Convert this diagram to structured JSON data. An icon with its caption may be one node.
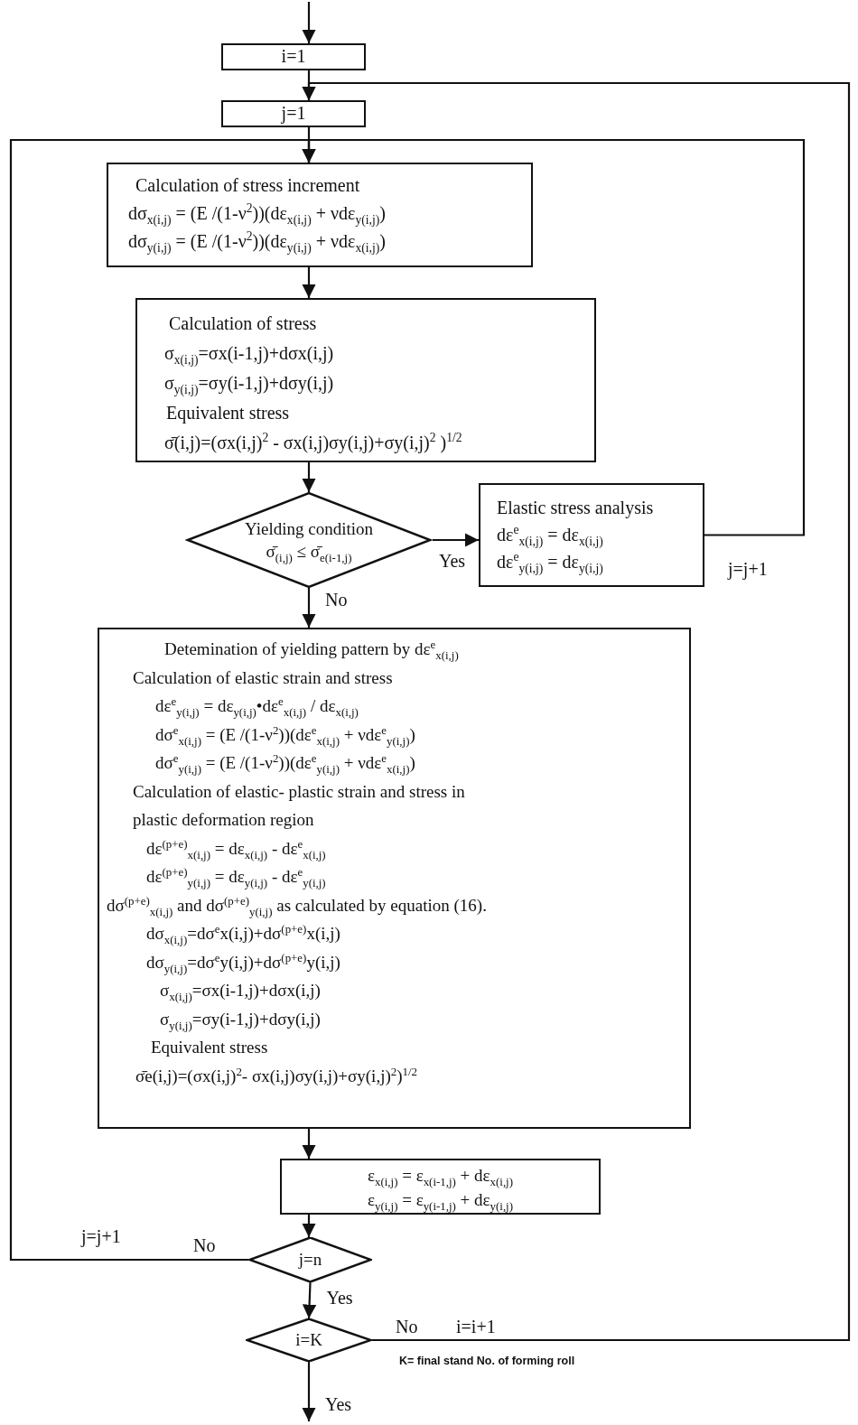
{
  "diagram": {
    "nodes": [
      {
        "text": [
          "i=1"
        ]
      },
      {
        "text": [
          "j=1"
        ]
      },
      {
        "text": [
          "Calculation of stress increment",
          "dσ$_{x(i,j)}$ = (E /(1-ν$^{2}$))(dε$_{x(i,j)}$ + νdε$_{y(i,j)}$)",
          "dσ$_{y(i,j)}$ = (E /(1-ν$^{2}$))(dε$_{y(i,j)}$ + νdε$_{x(i,j)}$)"
        ]
      },
      {
        "text": [
          "Calculation of stress",
          "σ$_{x(i,j)}$=σx(i-1,j)+dσx(i,j)",
          "σ$_{y(i,j)}$=σy(i-1,j)+dσy(i,j)",
          "Equivalent stress",
          "σ̄(i,j)=(σx(i,j)$^{2}$ - σx(i,j)σy(i,j)+σy(i,j)$^{2}$ )$^{1/2}$"
        ]
      },
      {
        "text": [
          "Yielding condition",
          "σ̄$_{(i,j)}$ ≤ σ̄$_{e(i-1,j)}$"
        ]
      },
      {
        "text": [
          "Elastic stress analysis",
          "dε$^{e}$$_{x(i,j)}$ = dε$_{x(i,j)}$",
          "dε$^{e}$$_{y(i,j)}$ = dε$_{y(i,j)}$"
        ]
      },
      {
        "text": [
          "Detemination of yielding pattern by dε$^{e}$$_{x(i,j)}$",
          "Calculation of elastic strain and stress",
          "dε$^{e}$$_{y(i,j)}$ = dε$_{y(i,j)}$•dε$^{e}$$_{x(i,j)}$ / dε$_{x(i,j)}$",
          "dσ$^{e}$$_{x(i,j)}$ = (E /(1-ν$^{2}$))(dε$^{e}$$_{x(i,j)}$ + νdε$^{e}$$_{y(i,j)}$)",
          "dσ$^{e}$$_{y(i,j)}$ = (E /(1-ν$^{2}$))(dε$^{e}$$_{y(i,j)}$ + νdε$^{e}$$_{x(i,j)}$)",
          "Calculation of elastic- plastic strain and stress in plastic deformation region",
          "dε$^{(p+e)}$$_{x(i,j)}$ = dε$_{x(i,j)}$ - dε$^{e}$$_{x(i,j)}$",
          "dε$^{(p+e)}$$_{y(i,j)}$ = dε$_{y(i,j)}$ - dε$^{e}$$_{y(i,j)}$",
          "dσ$^{(p+e)}$$_{x(i,j)}$ and dσ$^{(p+e)}$$_{y(i,j)}$ as calculated by equation (16).",
          "dσ$_{x(i,j)}$=dσ$^{e}$x(i,j)+dσ$^{(p+e)}$x(i,j)",
          "dσ$_{y(i,j)}$=dσ$^{e}$y(i,j)+dσ$^{(p+e)}$y(i,j)",
          "σ$_{x(i,j)}$=σx(i-1,j)+dσx(i,j)",
          "σ$_{y(i,j)}$=σy(i-1,j)+dσy(i,j)",
          "Equivalent stress",
          "σ̄e(i,j)=(σx(i,j)$^{2}$- σx(i,j)σy(i,j)+σy(i,j)$^{2}$)$^{1/2}$"
        ]
      },
      {
        "text": [
          "ε$_{x(i,j)}$ = ε$_{x(i-1,j)}$ + dε$_{x(i,j)}$",
          "ε$_{y(i,j)}$ = ε$_{y(i-1,j)}$ + dε$_{y(i,j)}$"
        ]
      },
      {
        "text": [
          "j=n"
        ]
      },
      {
        "text": [
          "i=K"
        ]
      }
    ],
    "edges": [
      {
        "from": null,
        "to": 0,
        "arrow": "to"
      },
      {
        "from": 0,
        "to": 1,
        "arrow": "to"
      },
      {
        "from": 1,
        "to": 2,
        "arrow": "to"
      },
      {
        "from": 2,
        "to": 3,
        "arrow": "to"
      },
      {
        "from": 3,
        "to": 4,
        "arrow": "to"
      },
      {
        "from": 4,
        "to": 5,
        "label": "Yes",
        "arrow": "to"
      },
      {
        "from": 4,
        "to": 6,
        "label": "No",
        "arrow": "to"
      },
      {
        "from": 5,
        "to": 2,
        "label": "j=j+1",
        "arrow": "to"
      },
      {
        "from": 6,
        "to": 7,
        "arrow": "to"
      },
      {
        "from": 7,
        "to": 8,
        "arrow": "to"
      },
      {
        "from": 8,
        "to": 2,
        "label": "No",
        "arrow": "to"
      },
      {
        "from": 8,
        "to": 9,
        "label": "Yes",
        "arrow": "to"
      },
      {
        "from": 9,
        "to": 1,
        "label": "No",
        "arrow": "to"
      },
      {
        "from": 9,
        "to": null,
        "label": "Yes",
        "arrow": "to"
      }
    ],
    "labels": [
      "j=j+1",
      "i=i+1",
      "K= final stand No. of forming roll"
    ]
  }
}
